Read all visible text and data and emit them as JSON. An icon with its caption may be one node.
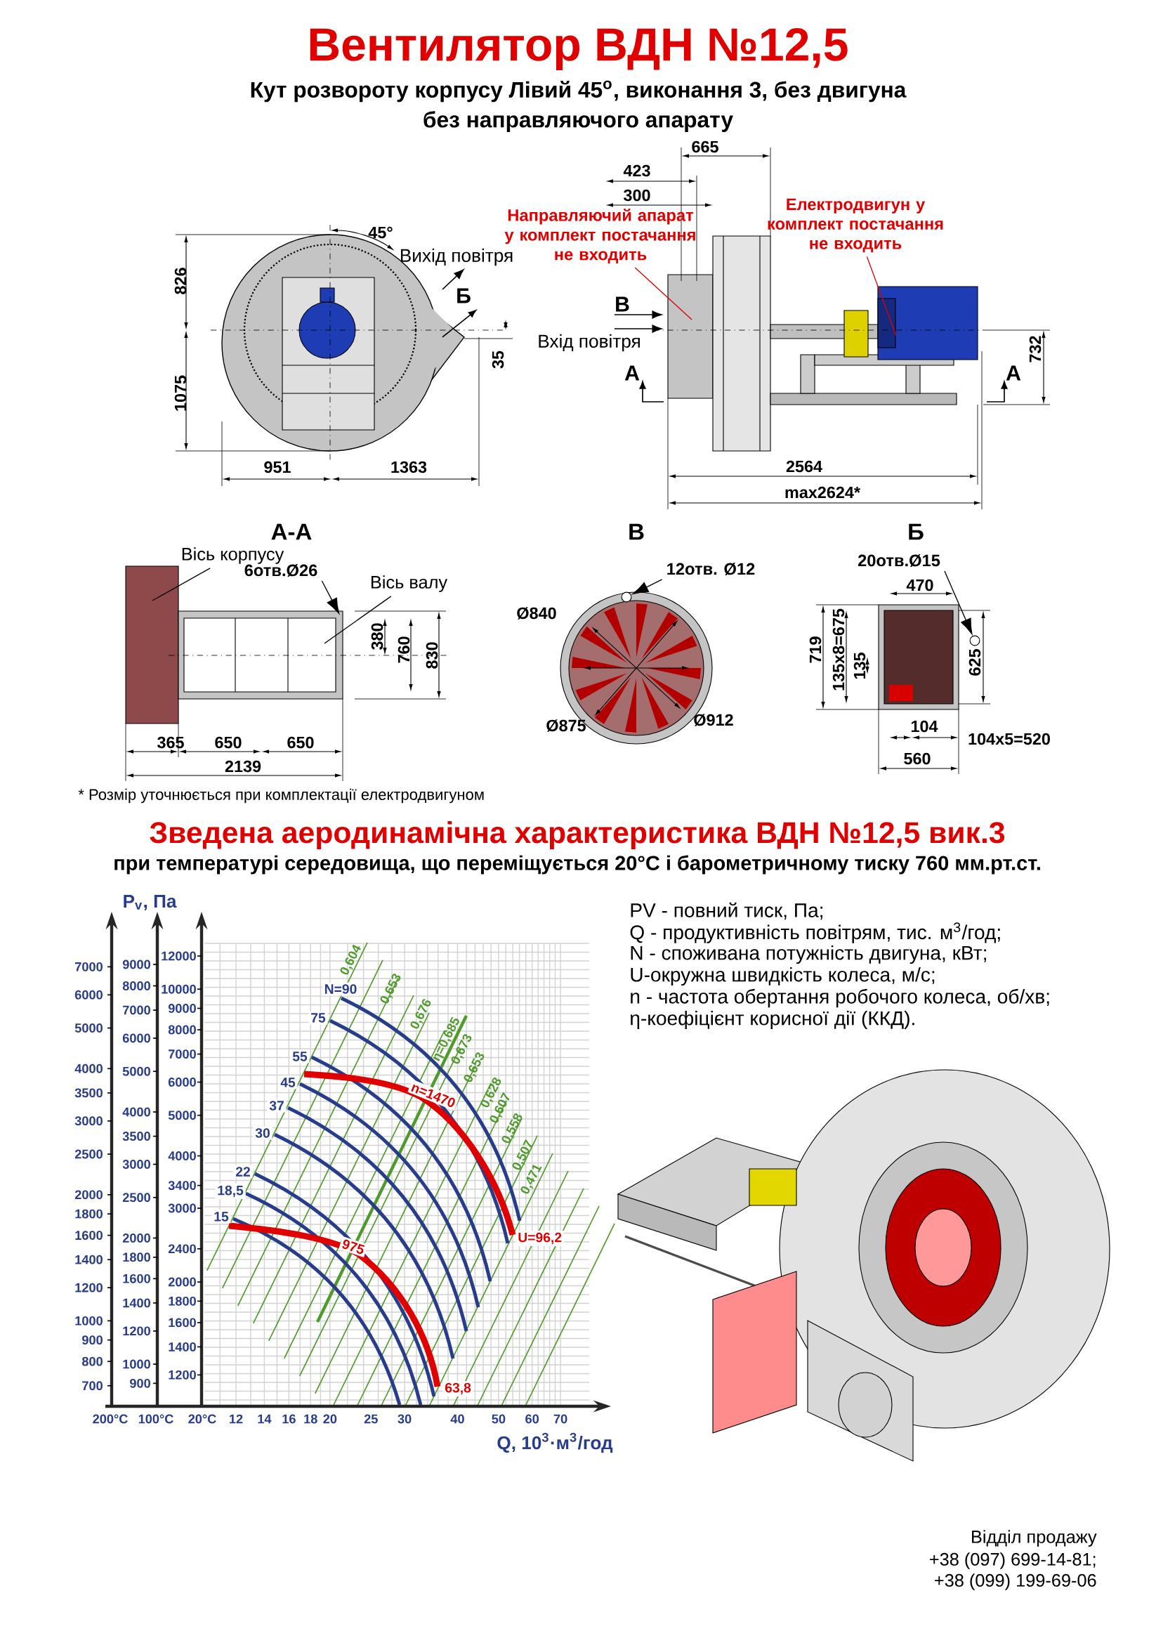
{
  "diagram": {
    "title": "Вентилятор  ВДН №12,5",
    "nodes": [
      {
        "text": [
          "Направляючий апарат у комплект постачання не входить"
        ]
      },
      {
        "text": [
          "Електродвигун у комплект постачання не входить"
        ]
      },
      {
        "text": [
          "Вісь корпусу"
        ]
      },
      {
        "text": [
          "6отв.Ø26"
        ]
      },
      {
        "text": [
          "Вісь валу"
        ]
      },
      {
        "text": [
          "12отв. Ø12"
        ]
      },
      {
        "text": [
          "20отв.Ø15"
        ]
      },
      {
        "text": [],
        "shape": "circle"
      },
      {
        "text": [],
        "shape": "circle"
      }
    ],
    "edges": [
      {
        "from": 0,
        "to": null,
        "arrow": "none",
        "color": "#e00000"
      },
      {
        "from": 1,
        "to": null,
        "arrow": "none",
        "color": "#e00000"
      },
      {
        "from": 2,
        "to": null,
        "arrow": "none"
      },
      {
        "from": 3,
        "to": null,
        "arrow": "to"
      },
      {
        "from": 4,
        "to": null,
        "arrow": "none"
      },
      {
        "from": 5,
        "to": 7,
        "arrow": "to"
      },
      {
        "from": 6,
        "to": 8,
        "arrow": "to"
      }
    ],
    "labels": [
      "Кут розвороту корпусу Лівий 45$^{o}$, виконання 3, без двигуна",
      "без направляючого апарату",
      "45°",
      "Вихід повітря",
      "Б",
      "826",
      "1075",
      "35",
      "951",
      "1363",
      "665",
      "423",
      "300",
      "В",
      "Вхід повітря",
      "А",
      "А",
      "732",
      "2564",
      "max2624*",
      "А-А",
      "380",
      "760",
      "830",
      "365",
      "650",
      "650",
      "2139",
      "В",
      "Ø840",
      "Ø875",
      "Ø912",
      "Б",
      "470",
      "719",
      "135x8=675",
      "135",
      "625",
      "104",
      "104x5=520",
      "560",
      "* Розмір уточнюється при комплектації електродвигуном",
      "Зведена аеродинамічна характеристика ВДН №12,5 вик.3",
      "при температурі середовища, що переміщується 20°С і барометричному тиску 760 мм.рт.ст.",
      "PV - повний тиск, Па;",
      "Q - продуктивність повітрям, тис. м$^{3}$/год;",
      "N - споживана потужність двигуна, кВт;",
      "U-окружна швидкість колеса, м/с;",
      "n - частота обертання робочого колеса, об/хв;",
      "η-коефіцієнт корисної дії (ККД).",
      "P$_{v}$, Па",
      "7000",
      "6000",
      "5000",
      "4000",
      "3500",
      "3000",
      "2500",
      "2000",
      "1800",
      "1600",
      "1400",
      "1200",
      "1000",
      "900",
      "800",
      "700",
      "9000",
      "8000",
      "7000",
      "6000",
      "5000",
      "4000",
      "3500",
      "3000",
      "2500",
      "2000",
      "1800",
      "1600",
      "1400",
      "1200",
      "1000",
      "900",
      "12000",
      "10000",
      "9000",
      "8000",
      "7000",
      "6000",
      "5000",
      "4000",
      "3400",
      "3000",
      "2400",
      "2000",
      "1800",
      "1600",
      "1400",
      "1200",
      "200°С",
      "100°С",
      "20°С",
      "12",
      "14",
      "16",
      "18",
      "20",
      "25",
      "30",
      "40",
      "50",
      "60",
      "70",
      "Q, 10$^{3}$·м$^{3}$/год",
      "N=90",
      "75",
      "55",
      "45",
      "37",
      "30",
      "22",
      "18,5",
      "15",
      "0,604",
      "0,653",
      "0,676",
      "η=0,685",
      "0,673",
      "0,653",
      "0,628",
      "0,607",
      "0,558",
      "0,507",
      "0,471",
      "n=1470",
      "975",
      "U=96,2",
      "63,8",
      "Відділ продажу",
      "+38 (097) 699-14-81;",
      "+38 (099) 199-69-06"
    ]
  }
}
